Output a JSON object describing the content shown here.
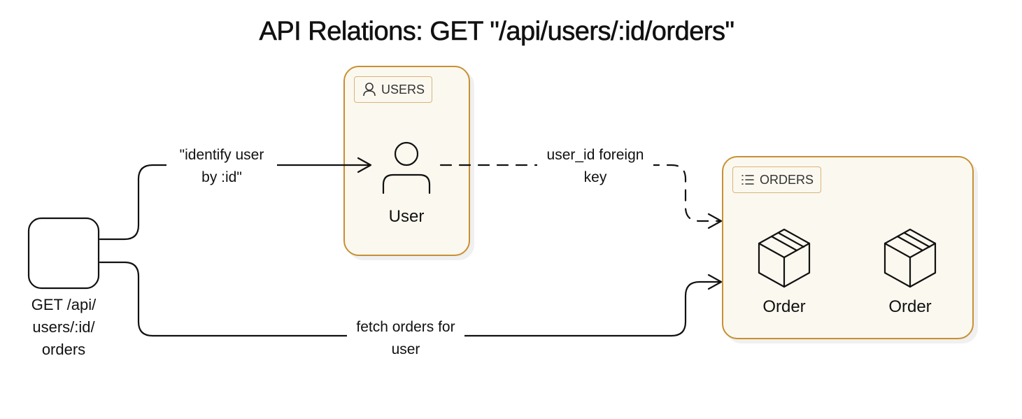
{
  "title": "API Relations: GET \"/api/users/:id/orders\"",
  "endpoint": {
    "label_lines": [
      "GET /api/",
      "users/:id/",
      "orders"
    ]
  },
  "groups": {
    "users": {
      "tag": "USERS",
      "tag_icon": "person-icon",
      "node_label": "User",
      "node_icon": "user-icon"
    },
    "orders": {
      "tag": "ORDERS",
      "tag_icon": "list-icon",
      "nodes": [
        {
          "label": "Order",
          "icon": "box-icon"
        },
        {
          "label": "Order",
          "icon": "box-icon"
        }
      ]
    }
  },
  "edges": {
    "identify": {
      "label_lines": [
        "\"identify user",
        "by :id\""
      ]
    },
    "foreign_key": {
      "label_lines": [
        "user_id foreign",
        "key"
      ]
    },
    "fetch": {
      "label_lines": [
        "fetch orders for",
        "user"
      ]
    }
  },
  "colors": {
    "group_border": "#c89033",
    "group_fill": "#fbf8ef",
    "stroke": "#111111"
  }
}
